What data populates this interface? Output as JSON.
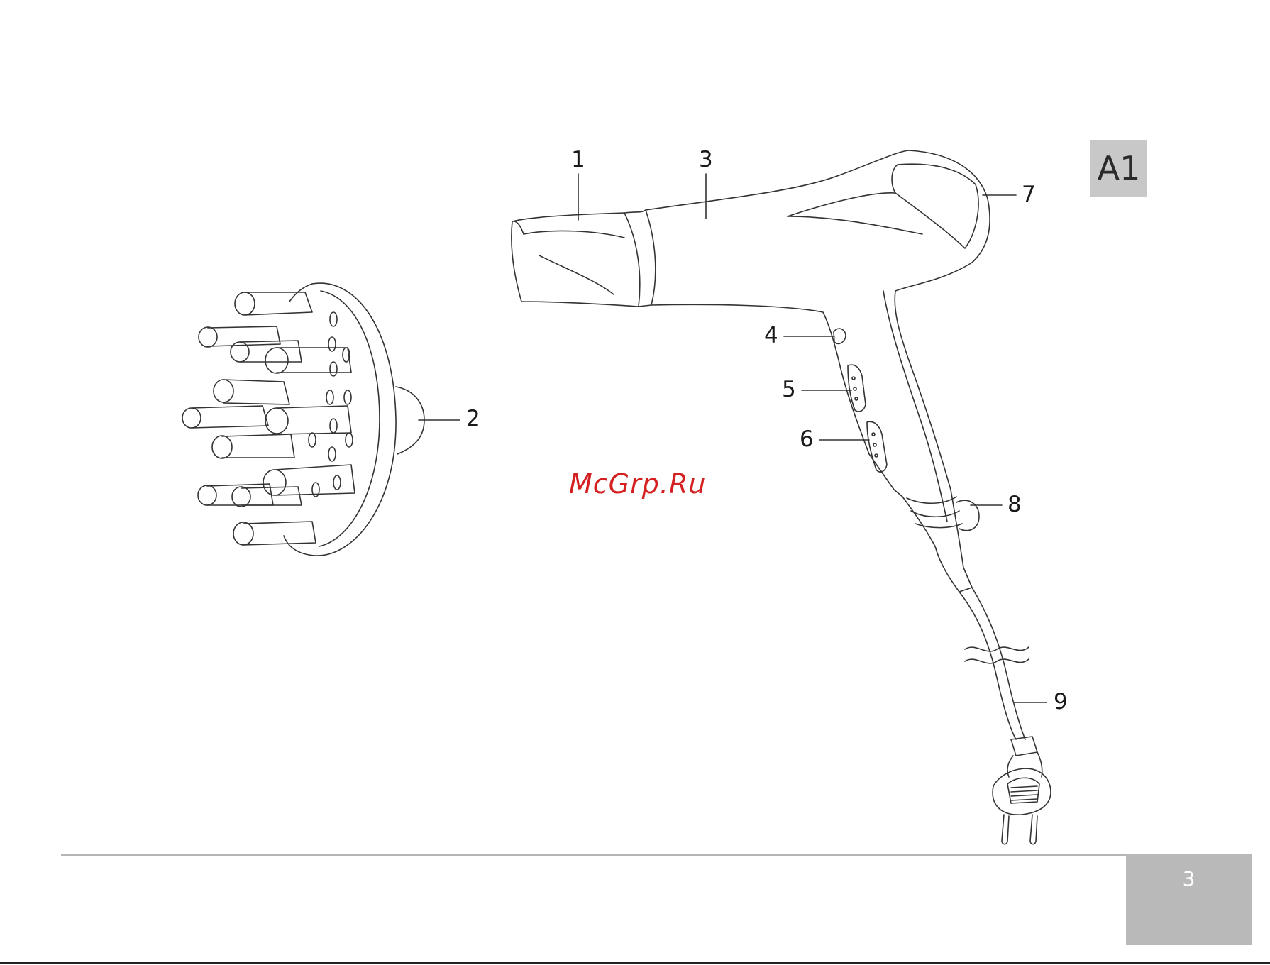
{
  "section_tab": "A1",
  "page_number": "3",
  "watermark": "McGrp.Ru",
  "callouts": {
    "c1": "1",
    "c2": "2",
    "c3": "3",
    "c4": "4",
    "c5": "5",
    "c6": "6",
    "c7": "7",
    "c8": "8",
    "c9": "9"
  },
  "colors": {
    "line_art": "#333333",
    "tab_background": "#c8c8c8",
    "page_box": "#b9b9b9",
    "watermark": "#d42020"
  }
}
